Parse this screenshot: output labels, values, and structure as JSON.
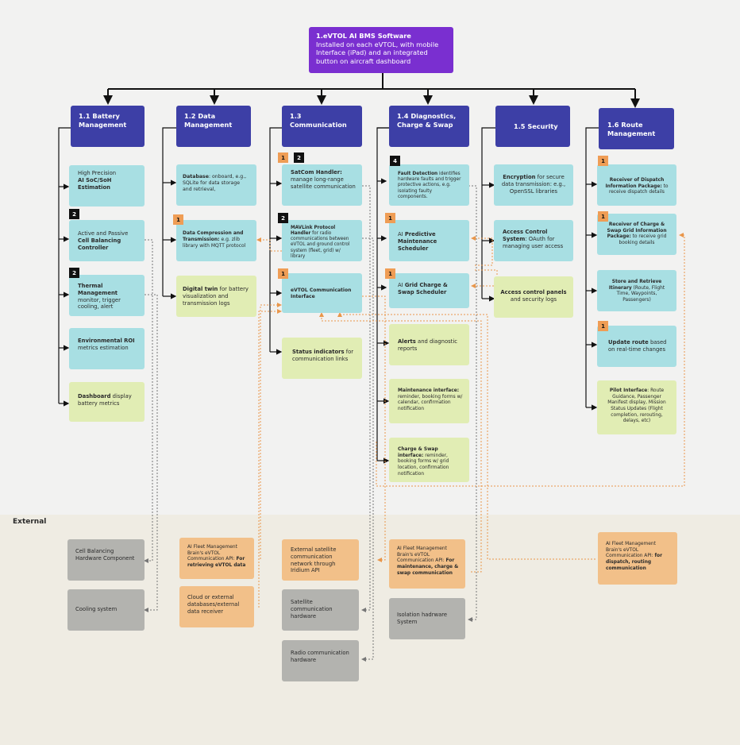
{
  "root": {
    "title": "1.eVTOL AI BMS Software",
    "desc": "Installed on each eVTOL, with mobile Interface (iPad) and an integrated button on aircraft dashboard"
  },
  "columns": {
    "battery": {
      "header": "1.1 Battery Management",
      "soc": {
        "pre": "High Precision",
        "bold": "AI SoC/SoH Estimation"
      },
      "balancing": {
        "badge": "2",
        "pre": "Active and Passive",
        "bold": "Cell Balancing Controller"
      },
      "thermal": {
        "badge": "2",
        "bold": "Thermal Management",
        "rest": "monitor, trigger cooling, alert"
      },
      "roi": {
        "bold": "Environmental ROI",
        "rest": "metrics estimation"
      },
      "dashboard": {
        "bold": "Dashboard",
        "rest": "display battery metrics"
      }
    },
    "data": {
      "header": "1.2 Data Management",
      "database": {
        "bold": "Database",
        "rest": ": onboard, e.g., SQLite for data storage and retrieval,"
      },
      "compression": {
        "badge": "1",
        "bold": "Data Compression and Transmission:",
        "rest": "e.g. zlib library with MQTT protocol"
      },
      "twin": {
        "bold": "Digital twin",
        "rest": "for battery visualization and transmission logs"
      }
    },
    "comm": {
      "header": "1.3 Communication",
      "satcom": {
        "badge1": "1",
        "badge2": "2",
        "bold": "SatCom Handler:",
        "rest": "manage long-range satellite communication"
      },
      "mavlink": {
        "badge": "2",
        "bold": "MAVLink Protocol Handler",
        "rest": "for radio communications between eVTOL and ground control system (fleet, grid) w/ library"
      },
      "interface": {
        "badge": "1",
        "bold": "eVTOL Communication Interface"
      },
      "status": {
        "bold": "Status indicators",
        "rest": "for communication links"
      }
    },
    "diag": {
      "header": "1.4 Diagnostics, Charge & Swap",
      "fault": {
        "badge": "4",
        "bold": "Fault Detection",
        "rest": "identifies hardware faults and trigger protective actions, e.g. isolating faulty components."
      },
      "predictive": {
        "badge": "1",
        "pre": "AI",
        "bold": "Predictive Maintenance Scheduler"
      },
      "grid": {
        "badge": "1",
        "pre": "AI",
        "bold": "Grid Charge & Swap Scheduler"
      },
      "alerts": {
        "bold": "Alerts",
        "rest": "and diagnostic reports"
      },
      "maint_if": {
        "bold": "Maintenance interface:",
        "rest": "reminder, booking forms w/ calendar, confirmation notification"
      },
      "charge_if": {
        "bold": "Charge & Swap interface:",
        "rest": "reminder, booking forms w/ grid location, confirmation notification"
      }
    },
    "security": {
      "header": "1.5 Security",
      "encryption": {
        "bold": "Encryption",
        "rest": "for secure data transmission: e.g., OpenSSL libraries"
      },
      "access": {
        "bold": "Access Control System",
        "rest": ": OAuth for managing user access"
      },
      "panels": {
        "bold": "Access control panels",
        "rest": "and security logs"
      }
    },
    "route": {
      "header": "1.6 Route Management",
      "dispatch": {
        "badge": "1",
        "bold": "Receiver of Dispatch Information Package:",
        "rest": "to receive dispatch details"
      },
      "charge_pkg": {
        "badge": "1",
        "bold": "Receiver of Charge & Swap Grid Information Package:",
        "rest": "to receive grid booking details"
      },
      "itinerary": {
        "bold": "Store and Retrieve Itinerary",
        "rest": "(Route, Flight Time, Waypoints, Passengers)"
      },
      "update": {
        "badge": "1",
        "bold": "Update route",
        "rest": "based on real-time changes"
      },
      "pilot": {
        "bold": "Pilot Interface",
        "rest": ": Route Guidance, Passenger Manifest display, Mission Status Updates (Flight completion, rerouting, delays, etc)"
      }
    }
  },
  "external": {
    "label": "External",
    "cell_hw": "Cell Balancing Hardware Component",
    "cooling": "Cooling system",
    "fleet_api": {
      "rest": "AI Fleet Management Brain's eVTOL Communication API:",
      "bold": "For retrieving eVTOL data"
    },
    "cloud": "Cloud or external databases/external data receiver",
    "sat_network": "External satellite communication network through Iridium API",
    "sat_hw": "Satellite communication hardware",
    "radio_hw": "Radio communication hardware",
    "maint_api": {
      "rest": "AI Fleet Management Brain's eVTOL Communication API:",
      "bold": "For maintenance, charge & swap communication"
    },
    "isolation": "Isolation hadrware System",
    "dispatch_api": {
      "rest": "AI Fleet Management Brain's eVTOL Communication API:",
      "bold": "for dispatch, routing communication"
    }
  },
  "colors": {
    "root": "#7a2fd0",
    "header": "#3d3fa6",
    "teal": "#a8dfe3",
    "lime": "#e1edb4",
    "grey": "#b3b3af",
    "orange": "#f2c089",
    "connector_orange": "#e9964a"
  }
}
